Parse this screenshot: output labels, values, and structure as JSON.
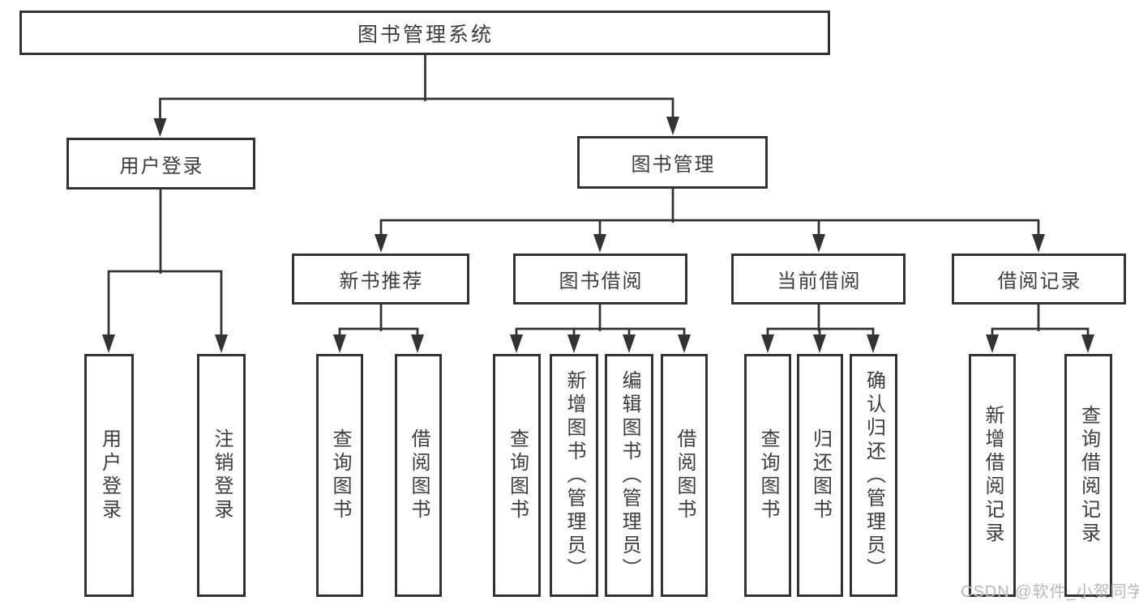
{
  "tree": {
    "label": "图书管理系统",
    "children": [
      {
        "label": "用户登录",
        "children": [
          {
            "label": "用户登录"
          },
          {
            "label": "注销登录"
          }
        ]
      },
      {
        "label": "图书管理",
        "children": [
          {
            "label": "新书推荐",
            "children": [
              {
                "label": "查询图书"
              },
              {
                "label": "借阅图书"
              }
            ]
          },
          {
            "label": "图书借阅",
            "children": [
              {
                "label": "查询图书"
              },
              {
                "label": "新增图书（管理员）"
              },
              {
                "label": "编辑图书（管理员）"
              },
              {
                "label": "借阅图书"
              }
            ]
          },
          {
            "label": "当前借阅",
            "children": [
              {
                "label": "查询图书"
              },
              {
                "label": "归还图书"
              },
              {
                "label": "确认归还（管理员）"
              }
            ]
          },
          {
            "label": "借阅记录",
            "children": [
              {
                "label": "新增借阅记录"
              },
              {
                "label": "查询借阅记录"
              }
            ]
          }
        ]
      }
    ]
  },
  "watermark": {
    "text": "CSDN @软件_小贺同学"
  },
  "colors": {
    "line": "#333333",
    "text": "#3d3d3d",
    "watermark": "#b9b9b9",
    "background": "#ffffff"
  }
}
